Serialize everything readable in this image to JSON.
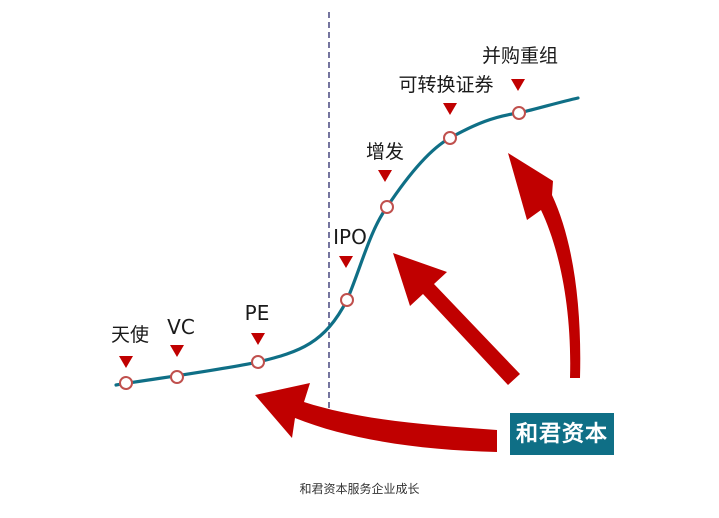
{
  "diagram": {
    "stages": [
      {
        "id": "angel",
        "label": "天使"
      },
      {
        "id": "vc",
        "label": "VC"
      },
      {
        "id": "pe",
        "label": "PE"
      },
      {
        "id": "ipo",
        "label": "IPO"
      },
      {
        "id": "follow-on",
        "label": "增发"
      },
      {
        "id": "convertible",
        "label": "可转换证券"
      },
      {
        "id": "ma",
        "label": "并购重组"
      }
    ],
    "brand_label": "和君资本",
    "colors": {
      "curve": "#0f6f86",
      "arrow": "#c00000",
      "marker": "#c00000",
      "brand_box": "#0f6f86",
      "node_stroke": "#c0504d",
      "divider": "#2b2b6b"
    }
  },
  "caption": "和君资本服务企业成长"
}
